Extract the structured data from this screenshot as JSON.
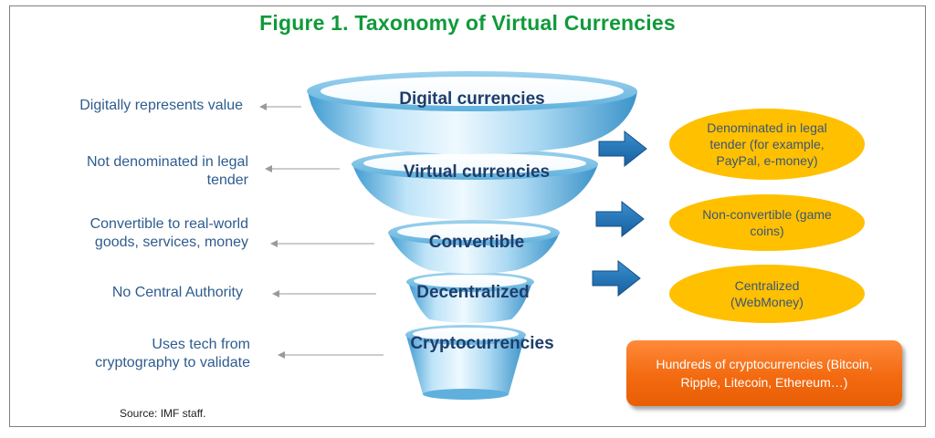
{
  "title": "Figure 1. Taxonomy of Virtual Currencies",
  "stages": [
    {
      "label": "Digital currencies",
      "description": "Digitally represents value"
    },
    {
      "label": "Virtual currencies",
      "description": "Not denominated in legal tender"
    },
    {
      "label": "Convertible",
      "description": "Convertible to real-world goods, services, money"
    },
    {
      "label": "Decentralized",
      "description": "No Central Authority"
    },
    {
      "label": "Cryptocurrencies",
      "description": "Uses tech from cryptography to validate"
    }
  ],
  "description_lines": [
    [
      "Digitally represents value"
    ],
    [
      "Not denominated in legal",
      "tender"
    ],
    [
      "Convertible to real-world",
      "goods, services, money"
    ],
    [
      "No Central Authority"
    ],
    [
      "Uses tech from",
      "cryptography to validate"
    ]
  ],
  "branches": [
    {
      "lines": [
        "Denominated in legal",
        "tender (for example,",
        "PayPal, e-money)"
      ]
    },
    {
      "lines": [
        "Non-convertible (game",
        "coins)"
      ]
    },
    {
      "lines": [
        "Centralized",
        "(WebMoney)"
      ]
    }
  ],
  "examples": {
    "lines": [
      "Hundreds of cryptocurrencies (Bitcoin,",
      "Ripple, Litecoin, Ethereum…)"
    ]
  },
  "source": "Source: IMF staff.",
  "colors": {
    "title": "#0f9a3a",
    "description_text": "#2e5c8f",
    "stage_text": "#1f3d6b",
    "funnel_light": "#e4f4fd",
    "funnel_dark": "#4aa6d8",
    "oval": "#ffc000",
    "oval_text": "#3b5577",
    "arrow": "#1f6fb3",
    "examples_box": "#f36a10"
  },
  "icons": {
    "connector": "thin-left-arrow-icon",
    "branch": "block-right-arrow-icon"
  }
}
